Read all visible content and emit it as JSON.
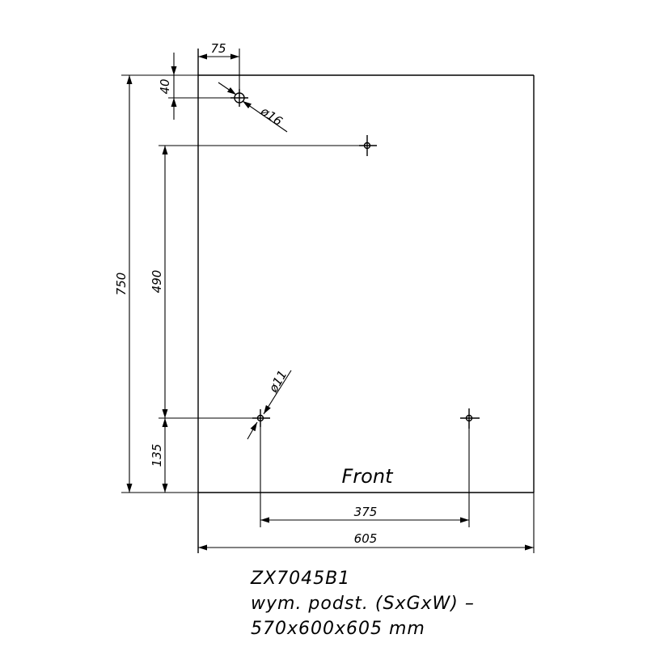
{
  "drawing": {
    "front_label": "Front",
    "dimensions": {
      "hole_offset_x": "75",
      "hole_offset_y": "40",
      "large_hole_diameter": "ø16",
      "small_hole_diameter": "ø11",
      "total_height": "750",
      "hole_spacing_vertical": "490",
      "bottom_offset": "135",
      "hole_spacing_horizontal": "375",
      "total_width": "605"
    }
  },
  "caption": {
    "model": "ZX7045B1",
    "line1": "wym. podst. (SxGxW) –",
    "line2": "570x600x605 mm"
  }
}
